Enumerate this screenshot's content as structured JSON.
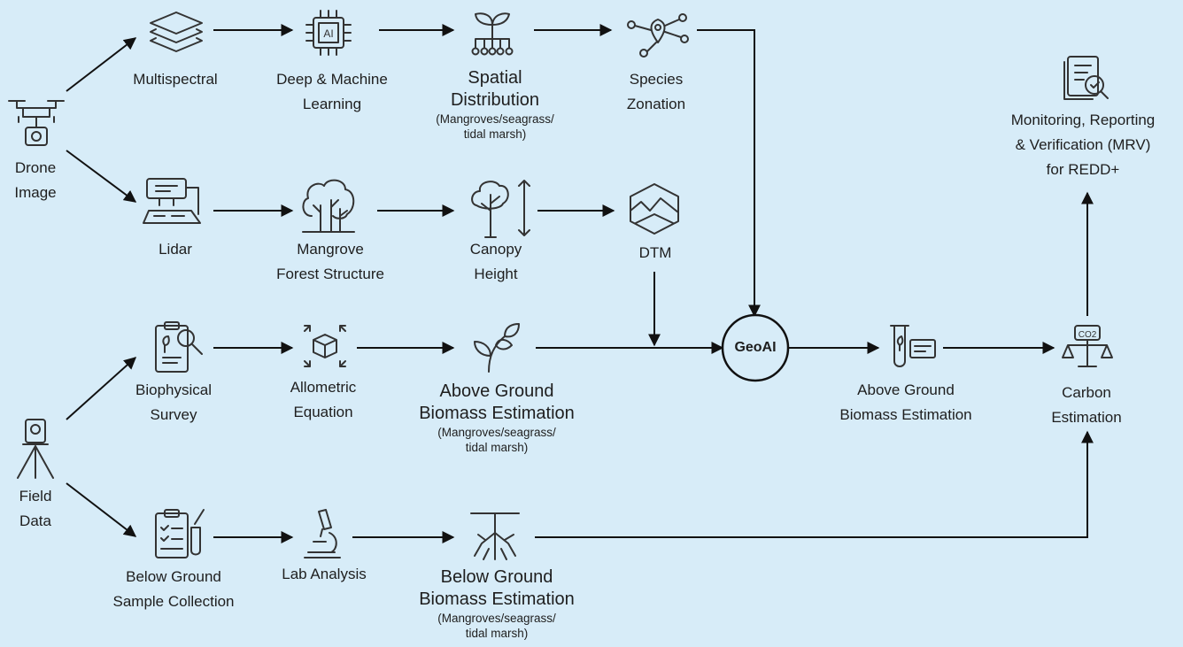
{
  "nodes": {
    "drone": {
      "line1": "Drone",
      "line2": "Image"
    },
    "field": {
      "line1": "Field",
      "line2": "Data"
    },
    "multispectral": {
      "line1": "Multispectral"
    },
    "deep_ml": {
      "line1": "Deep & Machine",
      "line2": "Learning"
    },
    "spatial": {
      "line1": "Spatial",
      "line2": "Distribution",
      "sub1": "(Mangroves/seagrass/",
      "sub2": "tidal marsh)"
    },
    "species": {
      "line1": "Species",
      "line2": "Zonation"
    },
    "lidar": {
      "line1": "Lidar"
    },
    "mangrove": {
      "line1": "Mangrove",
      "line2": "Forest Structure"
    },
    "canopy": {
      "line1": "Canopy",
      "line2": "Height"
    },
    "dtm": {
      "line1": "DTM"
    },
    "biophysical": {
      "line1": "Biophysical",
      "line2": "Survey"
    },
    "allometric": {
      "line1": "Allometric",
      "line2": "Equation"
    },
    "agb1": {
      "line1": "Above Ground",
      "line2": "Biomass Estimation",
      "sub1": "(Mangroves/seagrass/",
      "sub2": "tidal marsh)"
    },
    "geoai": {
      "label": "GeoAI"
    },
    "agb2": {
      "line1": "Above Ground",
      "line2": "Biomass Estimation"
    },
    "carbon": {
      "line1": "Carbon",
      "line2": "Estimation",
      "icon_text": "CO2"
    },
    "mrv": {
      "line1": "Monitoring, Reporting",
      "line2": "& Verification (MRV)",
      "line3": "for REDD+"
    },
    "below_sample": {
      "line1": "Below Ground",
      "line2": "Sample Collection"
    },
    "lab": {
      "line1": "Lab Analysis"
    },
    "bgb": {
      "line1": "Below Ground",
      "line2": "Biomass Estimation",
      "sub1": "(Mangroves/seagrass/",
      "sub2": "tidal marsh)"
    }
  },
  "icons": [
    "drone-icon",
    "layers-icon",
    "ai-chip-icon",
    "sprout-network-icon",
    "location-network-icon",
    "lidar-scanner-icon",
    "forest-icon",
    "tree-height-icon",
    "terrain-cube-icon",
    "survey-clipboard-icon",
    "cube-icon",
    "leaves-icon",
    "test-tube-icon",
    "co2-scale-icon",
    "report-search-icon",
    "total-station-icon",
    "sample-clipboard-icon",
    "microscope-icon",
    "roots-icon"
  ],
  "colors": {
    "background": "#d7ecf8",
    "ink": "#1e1e1e",
    "stroke": "#333333"
  }
}
